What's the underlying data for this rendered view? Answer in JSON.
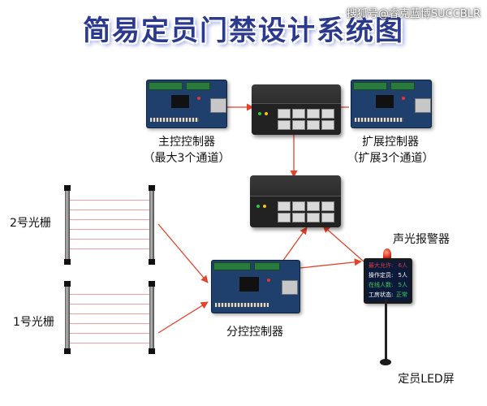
{
  "title": "简易定员门禁设计系统图",
  "watermark": "搜狐号@睿克蓝博SUCCBLR",
  "labels": {
    "main_controller": "主控控制器",
    "main_controller_sub": "（最大3个通道）",
    "ext_controller": "扩展控制器",
    "ext_controller_sub": "（扩展3个通道）",
    "curtain2": "2号光栅",
    "curtain1": "1号光栅",
    "sub_controller": "分控控制器",
    "alarm": "声光报警器",
    "led_screen": "定员LED屏"
  },
  "led_screen": {
    "rows": [
      {
        "key": "最大允许:",
        "value": "6人",
        "color": "red"
      },
      {
        "key": "操作定员:",
        "value": "5人",
        "color": "white"
      },
      {
        "key": "在线人数:",
        "value": "5人",
        "color": "green"
      },
      {
        "key": "工房状态:",
        "value": "正常",
        "color": "green"
      }
    ]
  },
  "colors": {
    "title": "#2b3a8f",
    "arrow": "#e0452b",
    "board": "#1f3f6d",
    "beam": "#f2a0a0"
  }
}
